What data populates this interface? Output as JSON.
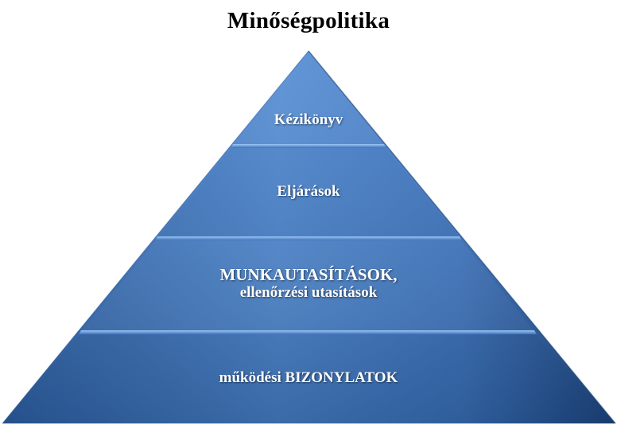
{
  "title": "Minőségpolitika",
  "colors": {
    "tier_light": "#5b95dd",
    "tier_mid": "#3f78c6",
    "tier_dark": "#1f4f8f",
    "separator": "#7fb2ee",
    "label": "#ffffff",
    "title": "#000000"
  },
  "tiers": [
    {
      "label": "Kézikönyv"
    },
    {
      "label": "Eljárások"
    },
    {
      "label_line1": "MUNKAUTASÍTÁSOK,",
      "label_line2": "ellenőrzési utasítások"
    },
    {
      "label": "működési BIZONYLATOK"
    }
  ]
}
